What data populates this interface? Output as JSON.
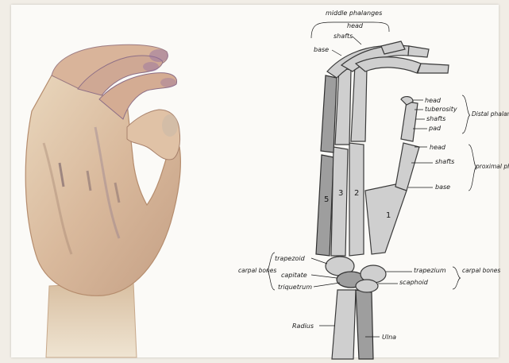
{
  "labels": {
    "middle_phalanges": "middle phalanges",
    "head_top": "head",
    "shafts_top": "shafts",
    "base_top": "base",
    "distal_head": "head",
    "distal_tuberosity": "tuberosity",
    "distal_shafts": "shafts",
    "distal_pad": "pad",
    "distal_group": "Distal phalanges",
    "prox_head": "head",
    "prox_shafts": "shafts",
    "prox_base": "base",
    "prox_group": "proximal phalanges",
    "trapezoid": "trapezoid",
    "capitate": "capitate",
    "triquetrum": "triquetrum",
    "carpal_left": "carpal bones",
    "trapezium": "trapezium",
    "scaphoid": "scaphoid",
    "carpal_right": "carpal bones",
    "radius": "Radius",
    "ulna": "Ulna"
  },
  "metacarpal_numbers": [
    "5",
    "3",
    "2",
    "1"
  ],
  "colors": {
    "paper": "#fbfaf7",
    "skin": "#e6cfb2",
    "skin_shadow": "#b88f74",
    "bone_light": "#cfcfcf",
    "bone_dark": "#9e9e9e",
    "ink": "#1a1a1a"
  }
}
